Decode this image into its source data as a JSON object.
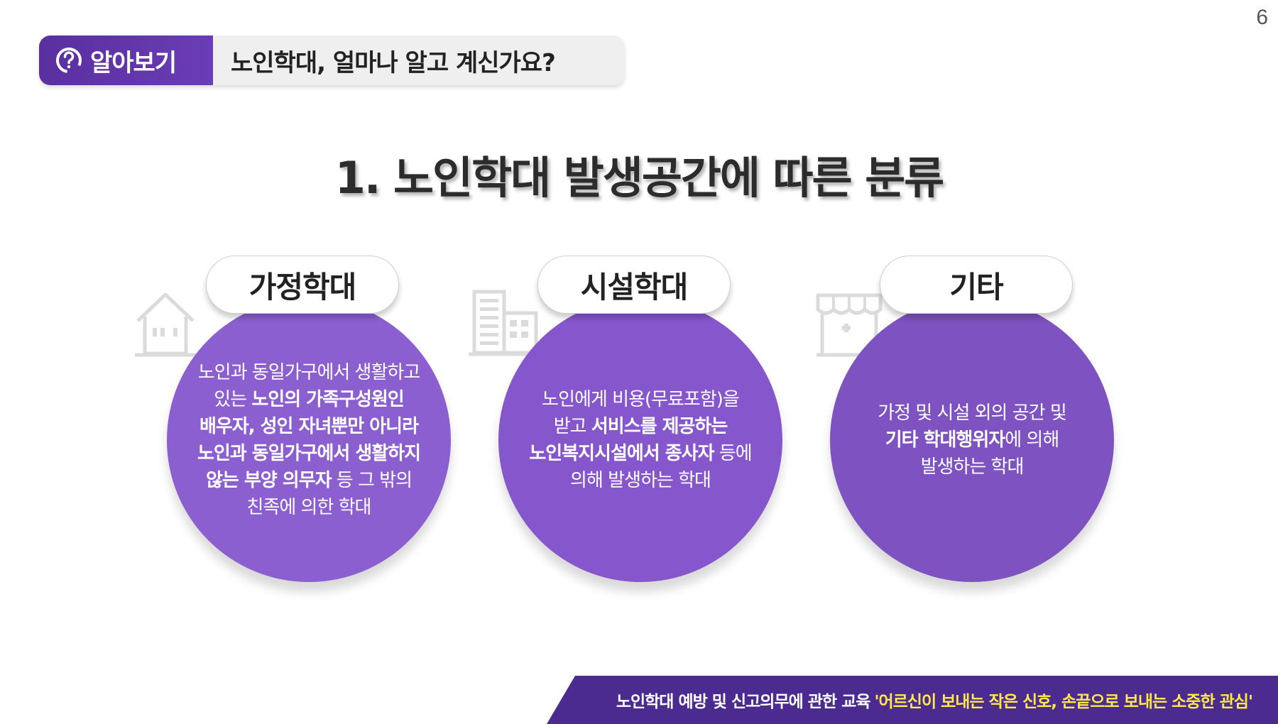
{
  "page_number": "6",
  "header": {
    "tag_label": "알아보기",
    "title": "노인학대, 얼마나 알고 계신가요?"
  },
  "main_title": "1. 노인학대 발생공간에 따른 분류",
  "categories": [
    {
      "title": "가정학대",
      "icon": "house-icon",
      "color": "#8b5fcf",
      "desc": [
        {
          "t": "노인과 동일가구에서 생활하고",
          "b": false
        },
        {
          "t": "있는 ",
          "b": false
        },
        {
          "t": "노인의 가족구성원인",
          "b": true
        },
        {
          "t": "배우자, 성인 자녀뿐만 아니라",
          "b": true
        },
        {
          "t": "노인과 동일가구에서 생활하지",
          "b": true
        },
        {
          "t": "않는 부양 의무자",
          "b": true
        },
        {
          "t": " 등 그 밖의",
          "b": false
        },
        {
          "t": "친족에 의한 학대",
          "b": false
        }
      ]
    },
    {
      "title": "시설학대",
      "icon": "building-icon",
      "color": "#8656cc",
      "desc": [
        {
          "t": "노인에게 비용(무료포함)을",
          "b": false
        },
        {
          "t": "받고 ",
          "b": false
        },
        {
          "t": "서비스를 제공하는",
          "b": true
        },
        {
          "t": "노인복지시설에서 종사자",
          "b": true
        },
        {
          "t": " 등에",
          "b": false
        },
        {
          "t": "의해 발생하는 학대",
          "b": false
        }
      ]
    },
    {
      "title": "기타",
      "icon": "store-icon",
      "color": "#7e52c1",
      "desc": [
        {
          "t": "가정 및 시설 외의 공간 및",
          "b": false
        },
        {
          "t": "기타 학대행위자",
          "b": true
        },
        {
          "t": "에 의해",
          "b": false
        },
        {
          "t": "발생하는 학대",
          "b": false
        }
      ]
    }
  ],
  "footer": {
    "main": "노인학대 예방 및 신고의무에 관한 교육",
    "slogan": "'어르신이 보내는 작은 신호, 손끝으로 보내는 소중한 관심'"
  },
  "colors": {
    "accent": "#5a2f9f",
    "footer_bg": "#4b2b8f",
    "slogan": "#ffe94a"
  }
}
